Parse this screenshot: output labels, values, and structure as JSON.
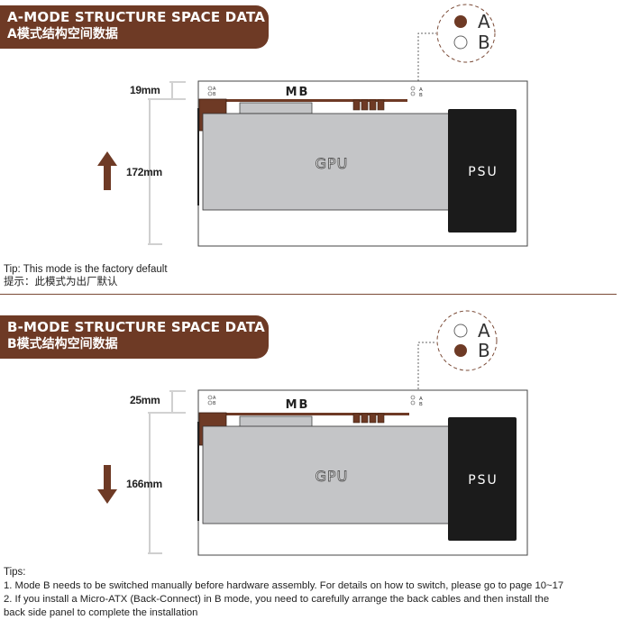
{
  "section_a": {
    "title_en": "A-MODE STRUCTURE SPACE DATA",
    "title_zh": "A模式结构空间数据",
    "height_top": "19mm",
    "height_main": "172mm",
    "legend": {
      "top": "A",
      "bottom": "B"
    },
    "mini_legend": {
      "top": "A",
      "bottom": "B"
    },
    "mb_label": "MB",
    "gpu_label": "GPU",
    "psu_label": "PSU",
    "tip_en": "Tip: This mode is the factory default",
    "tip_zh": "提示：此模式为出厂默认",
    "arrow_direction": "up"
  },
  "section_b": {
    "title_en": "B-MODE STRUCTURE SPACE DATA",
    "title_zh": "B模式结构空间数据",
    "height_top": "25mm",
    "height_main": "166mm",
    "legend": {
      "top": "A",
      "bottom": "B"
    },
    "mini_legend": {
      "top": "A",
      "bottom": "B"
    },
    "mb_label": "MB",
    "gpu_label": "GPU",
    "psu_label": "PSU",
    "arrow_direction": "down"
  },
  "tips": {
    "heading": "Tips:",
    "line1": "1. Mode B needs to be switched manually before hardware assembly. For details on how to switch, please go to page 10~17",
    "line2a": "2. If you install a Micro-ATX (Back-Connect) in B mode, you need to carefully arrange the back cables and then install the",
    "line2b": "back side panel to complete the installation"
  },
  "colors": {
    "brown": "#6e3a25",
    "gpu_gray": "#c4c5c7",
    "psu_black": "#1b1b1b"
  }
}
